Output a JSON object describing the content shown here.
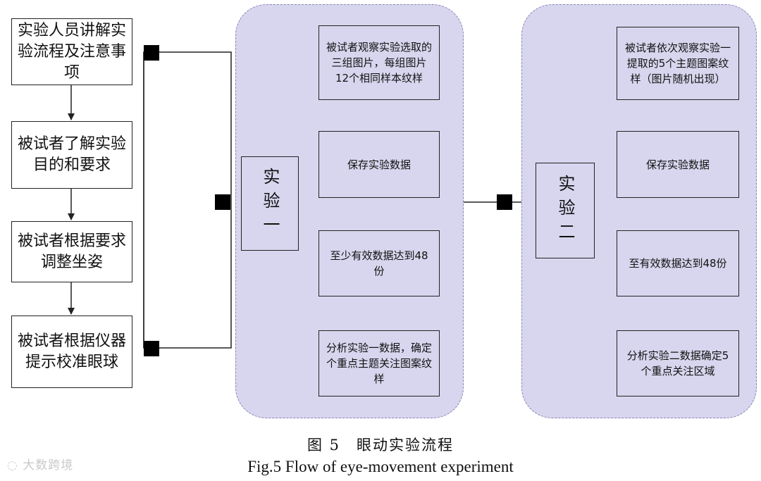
{
  "left_steps": [
    "实验人员讲解实验流程及注意事项",
    "被试者了解实验目的和要求",
    "被试者根据要求调整坐姿",
    "被试者根据仪器提示校准眼球"
  ],
  "experiment1": {
    "label": "实验一",
    "steps": [
      "被试者观察实验选取的三组图片，每组图片12个相同样本纹样",
      "保存实验数据",
      "至少有效数据达到48份",
      "分析实验一数据，确定个重点主题关注图案纹样"
    ]
  },
  "experiment2": {
    "label": "实验二",
    "steps": [
      "被试者依次观察实验一提取的5个主题图案纹样（图片随机出现）",
      "保存实验数据",
      "至有效数据达到48份",
      "分析实验二数据确定5个重点关注区域"
    ]
  },
  "caption": {
    "cn": "图 5　眼动实验流程",
    "en": "Fig.5 Flow of eye-movement experiment"
  },
  "watermark": "大数跨境"
}
